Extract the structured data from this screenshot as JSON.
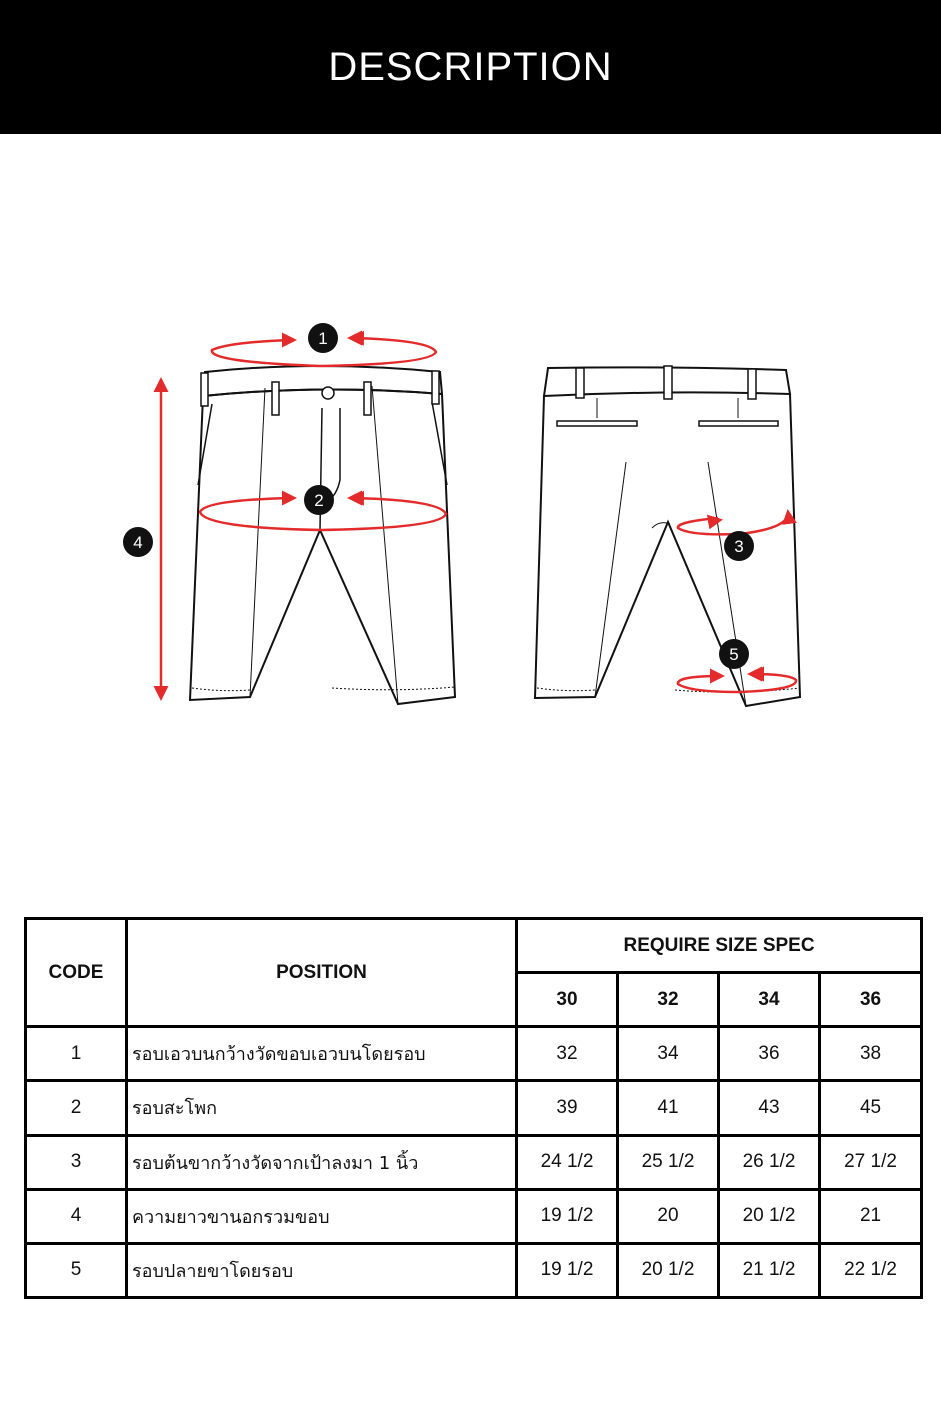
{
  "header": {
    "title": "DESCRIPTION"
  },
  "diagram": {
    "markers": [
      "1",
      "2",
      "3",
      "4",
      "5"
    ],
    "colors": {
      "arrow": "#e32b2b",
      "marker": "#111111",
      "outline": "#111111"
    }
  },
  "table": {
    "headers": {
      "code": "CODE",
      "position": "POSITION",
      "spec": "REQUIRE SIZE SPEC",
      "sizes": [
        "30",
        "32",
        "34",
        "36"
      ]
    },
    "rows": [
      {
        "code": "1",
        "position": "รอบเอวบนกว้างวัดขอบเอวบนโดยรอบ",
        "values": [
          "32",
          "34",
          "36",
          "38"
        ]
      },
      {
        "code": "2",
        "position": "รอบสะโพก",
        "values": [
          "39",
          "41",
          "43",
          "45"
        ]
      },
      {
        "code": "3",
        "position": "รอบต้นขากว้างวัดจากเป้าลงมา 1 นิ้ว",
        "values": [
          "24 1/2",
          "25 1/2",
          "26 1/2",
          "27 1/2"
        ]
      },
      {
        "code": "4",
        "position": "ความยาวขานอกรวมขอบ",
        "values": [
          "19 1/2",
          "20",
          "20 1/2",
          "21"
        ]
      },
      {
        "code": "5",
        "position": "รอบปลายขาโดยรอบ",
        "values": [
          "19 1/2",
          "20 1/2",
          "21 1/2",
          "22 1/2"
        ]
      }
    ]
  }
}
